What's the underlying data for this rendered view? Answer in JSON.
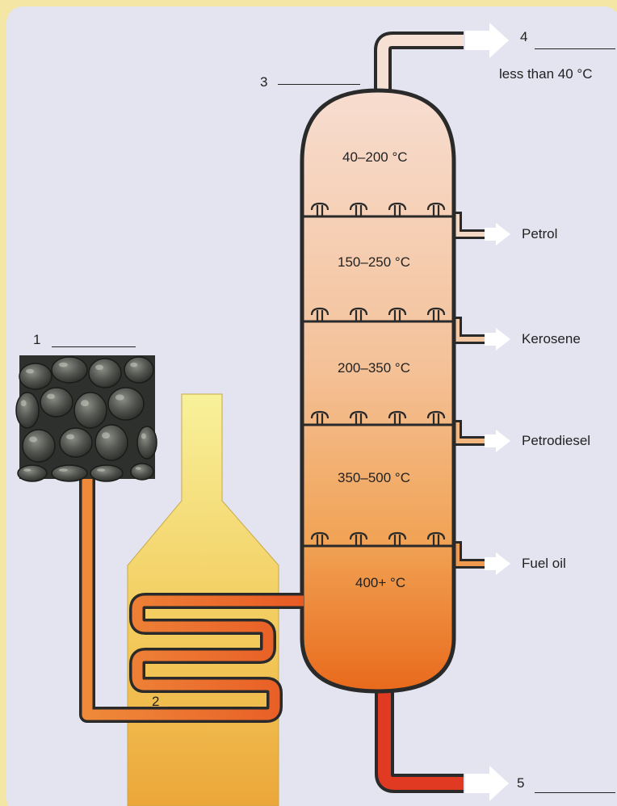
{
  "labels": {
    "l1": "1",
    "l2": "2",
    "l3": "3",
    "l4": "4",
    "l5": "5",
    "top_temp": "less than 40 °C"
  },
  "zones": [
    {
      "range": "40–200 °C"
    },
    {
      "range": "150–250 °C"
    },
    {
      "range": "200–350 °C"
    },
    {
      "range": "350–500 °C"
    },
    {
      "range": "400+ °C"
    }
  ],
  "products": [
    {
      "name": "Petrol"
    },
    {
      "name": "Kerosene"
    },
    {
      "name": "Petrodiesel"
    },
    {
      "name": "Fuel oil"
    }
  ],
  "colors": {
    "panel": "#e4e5f0",
    "border": "#f4e6a4",
    "column_top": "#f7ddd0",
    "column_bottom": "#e96a1c",
    "furnace_top": "#f7ee92",
    "furnace_bottom": "#eeac3c",
    "pipe_outline": "#2a2a2a",
    "pipe_hot": "#e2542a",
    "arrow": "#ffffff"
  }
}
